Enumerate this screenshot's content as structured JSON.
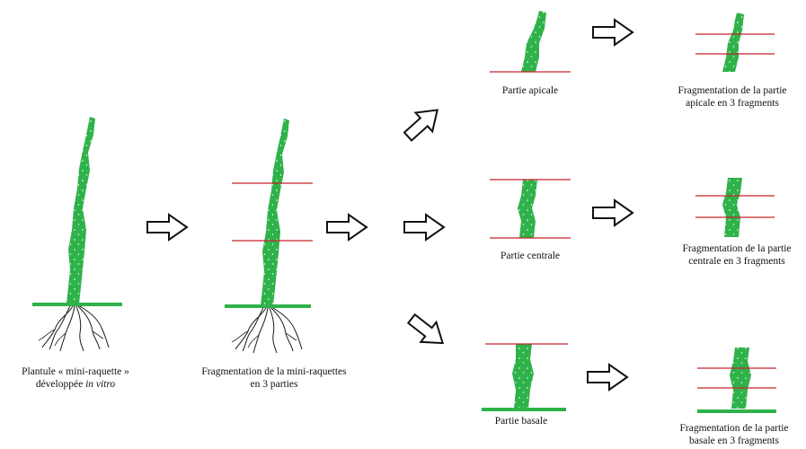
{
  "colors": {
    "plant_green": "#2fb24a",
    "soil_line": "#2fb24a",
    "cut_line": "#c8232c",
    "root": "#1a1a1a",
    "arrow_stroke": "#111111"
  },
  "captions": {
    "plantlet_line1": "Plantule « mini-raquette »",
    "plantlet_line2_prefix": "développée ",
    "plantlet_line2_italic": "in vitro",
    "fragmentation_line1": "Fragmentation de la mini-raquettes",
    "fragmentation_line2": "en 3 parties",
    "apical_part": "Partie apicale",
    "central_part": "Partie centrale",
    "basal_part": "Partie basale",
    "apical_frag_line1": "Fragmentation de la partie",
    "apical_frag_line2": "apicale en 3 fragments",
    "central_frag_line1": "Fragmentation de la partie",
    "central_frag_line2": "centrale en 3 fragments",
    "basal_frag_line1": "Fragmentation de la partie",
    "basal_frag_line2": "basale en 3 fragments"
  }
}
